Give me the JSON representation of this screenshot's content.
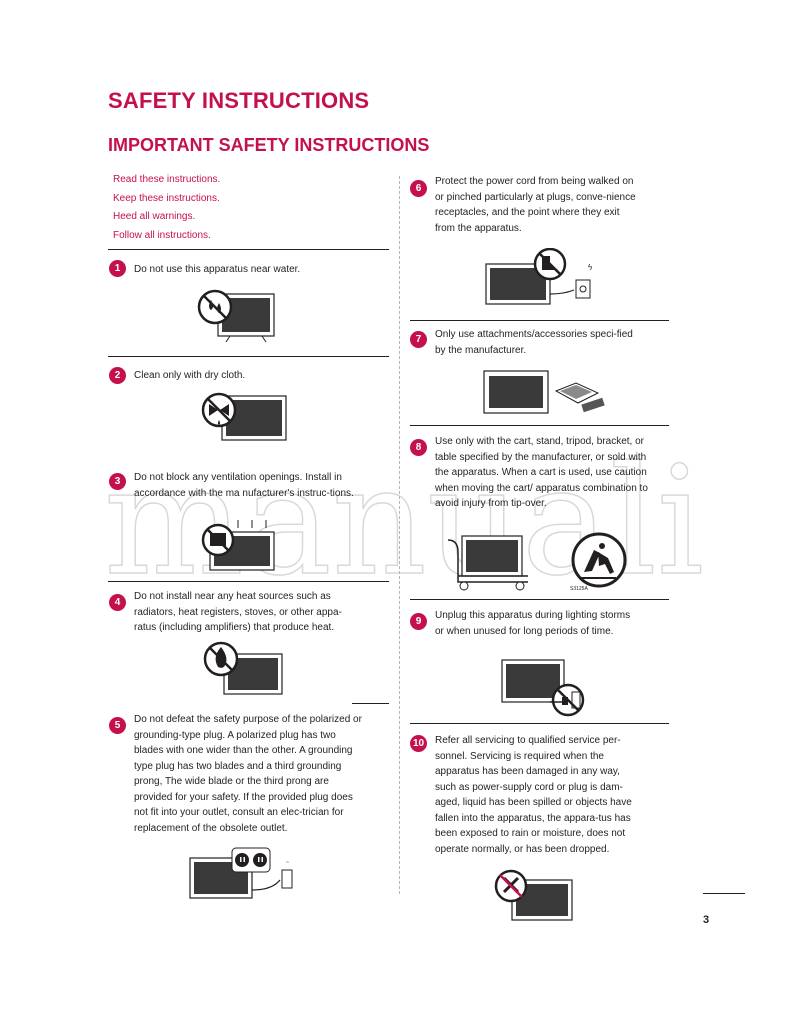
{
  "page": {
    "title": "SAFETY INSTRUCTIONS",
    "subtitle": "IMPORTANT SAFETY INSTRUCTIONS",
    "page_number": "3",
    "watermark": "manuali"
  },
  "intro": [
    "Read these instructions.",
    "Keep these instructions.",
    "Heed all warnings.",
    "Follow all instructions."
  ],
  "items": [
    {
      "num": "1",
      "text": "Do not use this apparatus near water.",
      "icon": "no-water-icon"
    },
    {
      "num": "2",
      "text": "Clean only with dry cloth.",
      "icon": "no-spray-icon"
    },
    {
      "num": "3",
      "text": "Do not block any ventilation openings. Install in accordance with the ma nufacturer's instruc-tions.",
      "icon": "no-blocking-vent-icon"
    },
    {
      "num": "4",
      "text": "Do not install near any heat sources such as radiators, heat registers, stoves, or other appa-ratus (including amplifiers) that produce heat.",
      "icon": "no-heat-icon"
    },
    {
      "num": "5",
      "text": "Do not defeat the safety purpose of the polarized or grounding-type plug. A polarized plug has two blades with one wider than the other. A grounding type plug has two blades and a third grounding prong, The wide blade or the third prong are provided for your safety. If the provided plug does not fit into your outlet, consult an elec-trician for replacement of the obsolete outlet.",
      "icon": "polarized-plug-icon"
    },
    {
      "num": "6",
      "text": "Protect the power cord from being walked on or pinched particularly at plugs, conve-nience receptacles, and the point where they exit from the apparatus.",
      "icon": "no-stepping-cord-icon"
    },
    {
      "num": "7",
      "text": "Only use attachments/accessories speci-fied by the manufacturer.",
      "icon": "accessories-icon"
    },
    {
      "num": "8",
      "text": "Use only with the cart, stand, tripod, bracket, or table specified by the manufacturer, or sold with the apparatus. When a cart is used, use caution when moving the cart/ apparatus combination to avoid injury from tip-over.",
      "icon": "cart-tipover-icon",
      "label": "S3125A"
    },
    {
      "num": "9",
      "text": "Unplug this apparatus during lighting storms or when unused for long periods of time.",
      "icon": "unplug-icon"
    },
    {
      "num": "10",
      "text": "Refer all servicing to qualified service per-sonnel. Servicing is required when the apparatus has been damaged in any way, such as power-supply cord or plug is dam-aged, liquid has been spilled or objects have fallen into the apparatus, the appara-tus has been exposed to rain or moisture, does not operate normally, or has been dropped.",
      "icon": "no-self-repair-icon"
    }
  ],
  "colors": {
    "accent": "#c5114b",
    "text": "#231f20"
  }
}
